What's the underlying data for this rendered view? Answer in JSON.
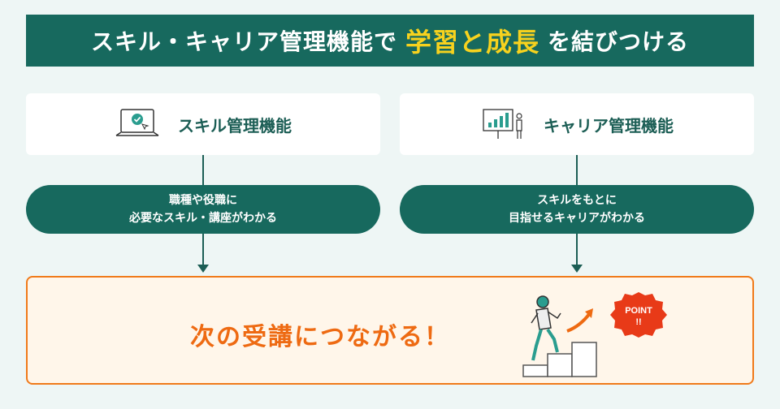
{
  "header": {
    "title_pre": "スキル・キャリア管理機能で",
    "title_accent": "学習と成長",
    "title_post": "を結びつける"
  },
  "left": {
    "card_label": "スキル管理機能",
    "icon": "laptop-check-icon",
    "pill_line1": "職種や役職に",
    "pill_line2": "必要なスキル・講座がわかる"
  },
  "right": {
    "card_label": "キャリア管理機能",
    "icon": "presentation-chart-icon",
    "pill_line1": "スキルをもとに",
    "pill_line2": "目指せるキャリアがわかる"
  },
  "result": {
    "text": "次の受講につながる！",
    "badge_line1": "POINT",
    "badge_line2": "!!"
  },
  "colors": {
    "primary": "#17695e",
    "accent_yellow": "#f7d21e",
    "accent_orange": "#ee6a12",
    "badge_red": "#e83a18",
    "background": "#eef6f5"
  }
}
